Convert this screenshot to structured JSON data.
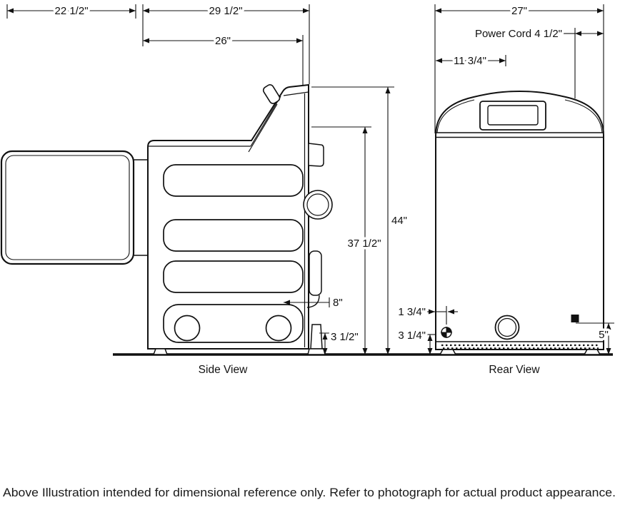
{
  "views": {
    "side": "Side View",
    "rear": "Rear View"
  },
  "dims": {
    "door_depth": "22 1/2\"",
    "overall_depth": "29 1/2\"",
    "body_depth": "26\"",
    "width": "27\"",
    "power_cord": "Power Cord 4 1/2\"",
    "vent_offset": "11 3/4\"",
    "overall_height": "44\"",
    "cabinet_height": "37 1/2\"",
    "vent_inset": "8\"",
    "leg_height": "3 1/2\"",
    "cord_edge_offset": "1 3/4\"",
    "fitting_height": "3 1/4\"",
    "cord_height": "5\""
  },
  "footer": {
    "note": "Above Illustration intended for dimensional reference only. Refer to photograph for actual product appearance."
  }
}
